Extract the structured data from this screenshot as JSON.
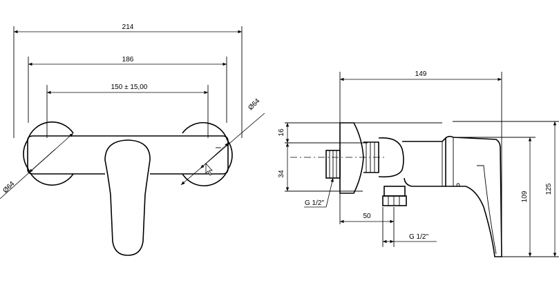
{
  "front_view": {
    "dim_overall": "214",
    "dim_inner": "186",
    "dim_centers": "150 ± 15,00",
    "dim_rosette_right": "Ø64",
    "dim_rosette_left": "Ø64"
  },
  "side_view": {
    "dim_depth": "149",
    "dim_16": "16",
    "dim_34": "34",
    "dim_109": "109",
    "dim_125": "125",
    "dim_50": "50",
    "thread_inlet": "G 1/2\"",
    "thread_outlet": "G 1/2\""
  }
}
